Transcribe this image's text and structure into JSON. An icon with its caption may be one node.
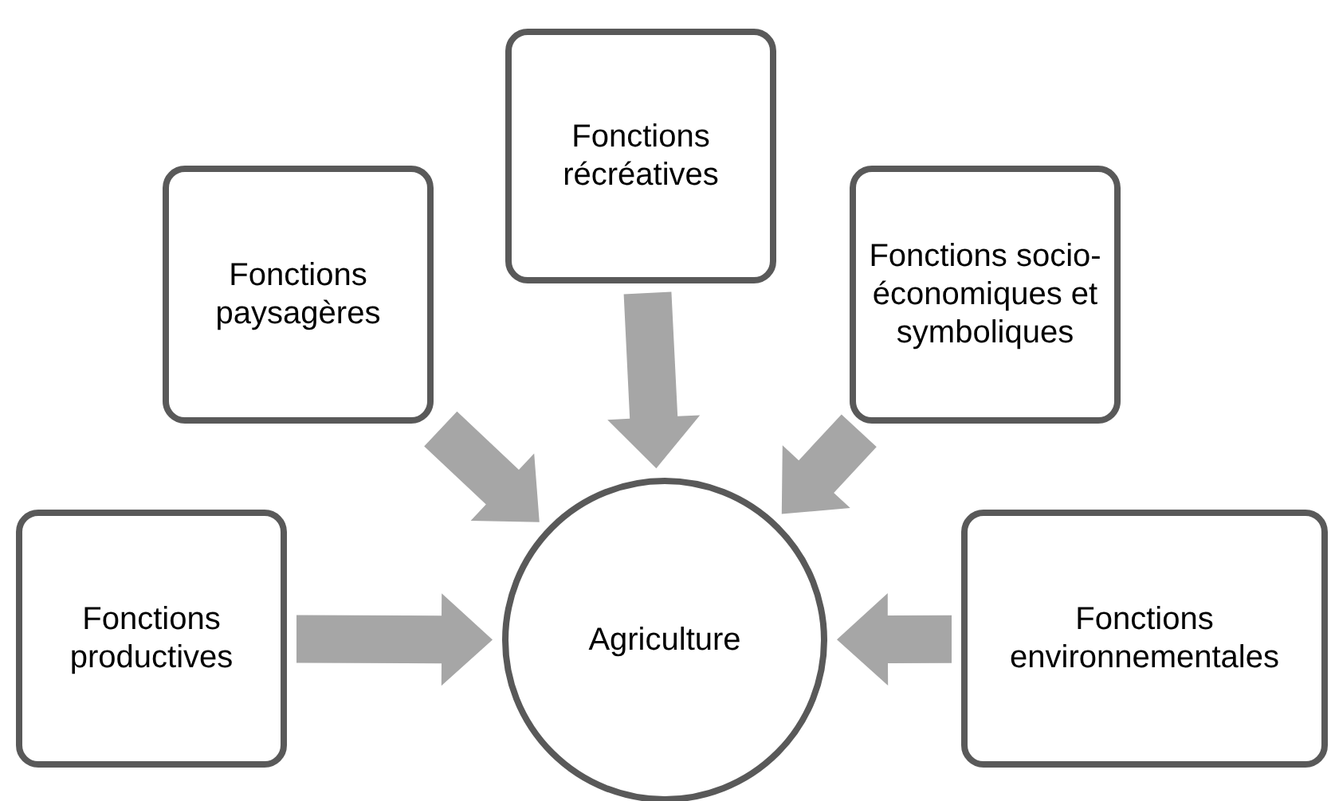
{
  "diagram": {
    "nodes": [
      {
        "text": [
          "Fonctions paysagères"
        ]
      },
      {
        "text": [
          "Fonctions récréatives"
        ]
      },
      {
        "text": [
          "Fonctions socio-économiques et symboliques"
        ]
      },
      {
        "text": [
          "Fonctions productives"
        ]
      },
      {
        "text": [
          "Agriculture"
        ]
      },
      {
        "text": [
          "Fonctions environnementales"
        ]
      }
    ],
    "edges": [
      {
        "from": 0,
        "to": 4,
        "arrow": "to"
      },
      {
        "from": 1,
        "to": 4,
        "arrow": "to"
      },
      {
        "from": 2,
        "to": 4,
        "arrow": "to"
      },
      {
        "from": 3,
        "to": 4,
        "arrow": "to"
      },
      {
        "from": 5,
        "to": 4,
        "arrow": "to"
      }
    ]
  }
}
